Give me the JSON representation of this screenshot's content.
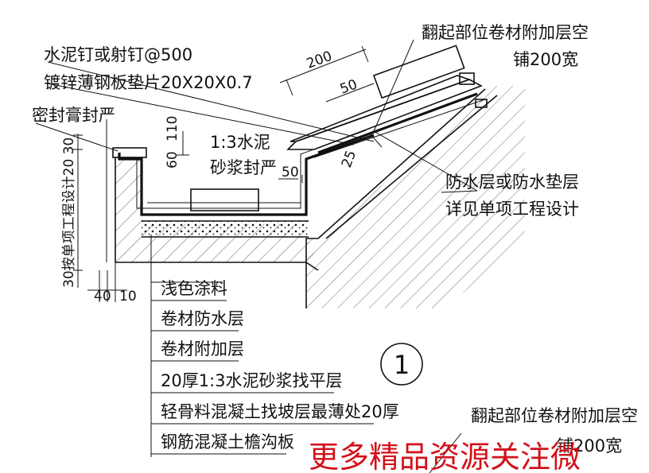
{
  "labels": {
    "nail": "水泥钉或射钉@500",
    "washer": "镀锌薄钢板垫片20X20X0.7",
    "sealant": "密封膏封严",
    "mortar_1": "1:3水泥",
    "mortar_2": "砂浆封严",
    "upturn_1": "翻起部位卷材附加层空",
    "upturn_2": "铺200宽",
    "waterproof_1": "防水层或防水垫层",
    "waterproof_2": "详见单项工程设计",
    "vertical_note": "30按单项工程设计20 30",
    "callout": "1",
    "bottom_upturn_1": "翻起部位卷材附加层空",
    "bottom_upturn_2": "铺200宽"
  },
  "layers": [
    "浅色涂料",
    "卷材防水层",
    "卷材附加层",
    "20厚1:3水泥砂浆找平层",
    "轻骨料混凝土找坡层最薄处20厚",
    "钢筋混凝土檐沟板"
  ],
  "dimensions": {
    "d200": "200",
    "d50_top": "50",
    "d50_mid": "50",
    "d110": "110",
    "d60": "60",
    "d25": "25",
    "d40": "40",
    "d10": "10"
  },
  "watermark": "更多精品资源关注微"
}
